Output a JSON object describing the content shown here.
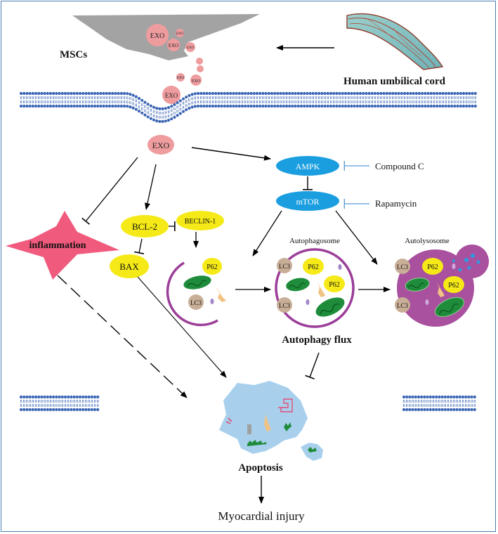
{
  "labels": {
    "mscs": "MSCs",
    "umbilical_cord": "Human umbilical cord",
    "exo": "EXO",
    "ampk": "AMPK",
    "mtor": "mTOR",
    "compound_c": "Compound C",
    "rapamycin": "Rapamycin",
    "bcl2": "BCL-2",
    "beclin1": "BECLIN-1",
    "bax": "BAX",
    "inflammation": "inflammation",
    "p62": "P62",
    "lc3": "LC3",
    "autophagosome": "Autophagosome",
    "autolysosome": "Autolysosome",
    "autophagy_flux": "Autophagy flux",
    "apoptosis": "Apoptosis",
    "myocardial_injury": "Myocardial injury"
  },
  "colors": {
    "cell_gray": "#a3a3a3",
    "vesicle_pink": "#ef9c9f",
    "membrane_blue": "#3c66b5",
    "node_blue": "#1a9ee0",
    "node_yellow": "#f5ea17",
    "inflammation_pink": "#f05a7d",
    "vesicle_membrane_purple": "#9b3e99",
    "autolysosome_fill": "#a9509f",
    "mito_green": "#1e8c3a",
    "lc3_tan": "#c8ae97",
    "apoptotic_blue": "#a8d0ec"
  }
}
